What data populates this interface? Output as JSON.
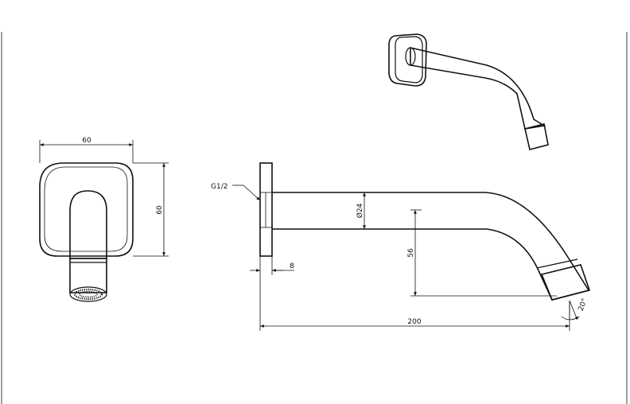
{
  "drawing": {
    "front_view": {
      "width_label": "60",
      "height_label": "60"
    },
    "side_view": {
      "thread_label": "G1/2",
      "diameter_label": "Ø24",
      "drop_label": "56",
      "plate_thickness_label": "8",
      "length_label": "200",
      "angle_label": "20°"
    }
  }
}
